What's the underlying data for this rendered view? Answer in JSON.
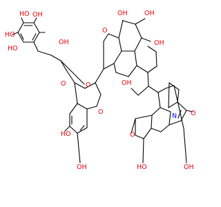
{
  "colors": {
    "bond": "#000000",
    "oxygen": "#e8000b",
    "nitrogen": "#0000ff",
    "background": "#ffffff"
  },
  "atom_labels": [
    {
      "text": "HO",
      "element": "O"
    },
    {
      "text": "OH",
      "element": "O"
    },
    {
      "text": "HO",
      "element": "O"
    },
    {
      "text": "O",
      "element": "O"
    },
    {
      "text": "O",
      "element": "O"
    },
    {
      "text": "O",
      "element": "O"
    },
    {
      "text": "HO",
      "element": "O"
    },
    {
      "text": "OH",
      "element": "O"
    },
    {
      "text": "O",
      "element": "O"
    },
    {
      "text": "OH",
      "element": "O"
    },
    {
      "text": "OH",
      "element": "O"
    },
    {
      "text": "OH",
      "element": "O"
    },
    {
      "text": "OH",
      "element": "O"
    },
    {
      "text": "HO",
      "element": "O"
    },
    {
      "text": "OH",
      "element": "O"
    },
    {
      "text": "O",
      "element": "O"
    },
    {
      "text": "HO",
      "element": "O"
    },
    {
      "text": "O",
      "element": "O"
    },
    {
      "text": "OH",
      "element": "O"
    },
    {
      "text": "N",
      "element": "N"
    }
  ]
}
